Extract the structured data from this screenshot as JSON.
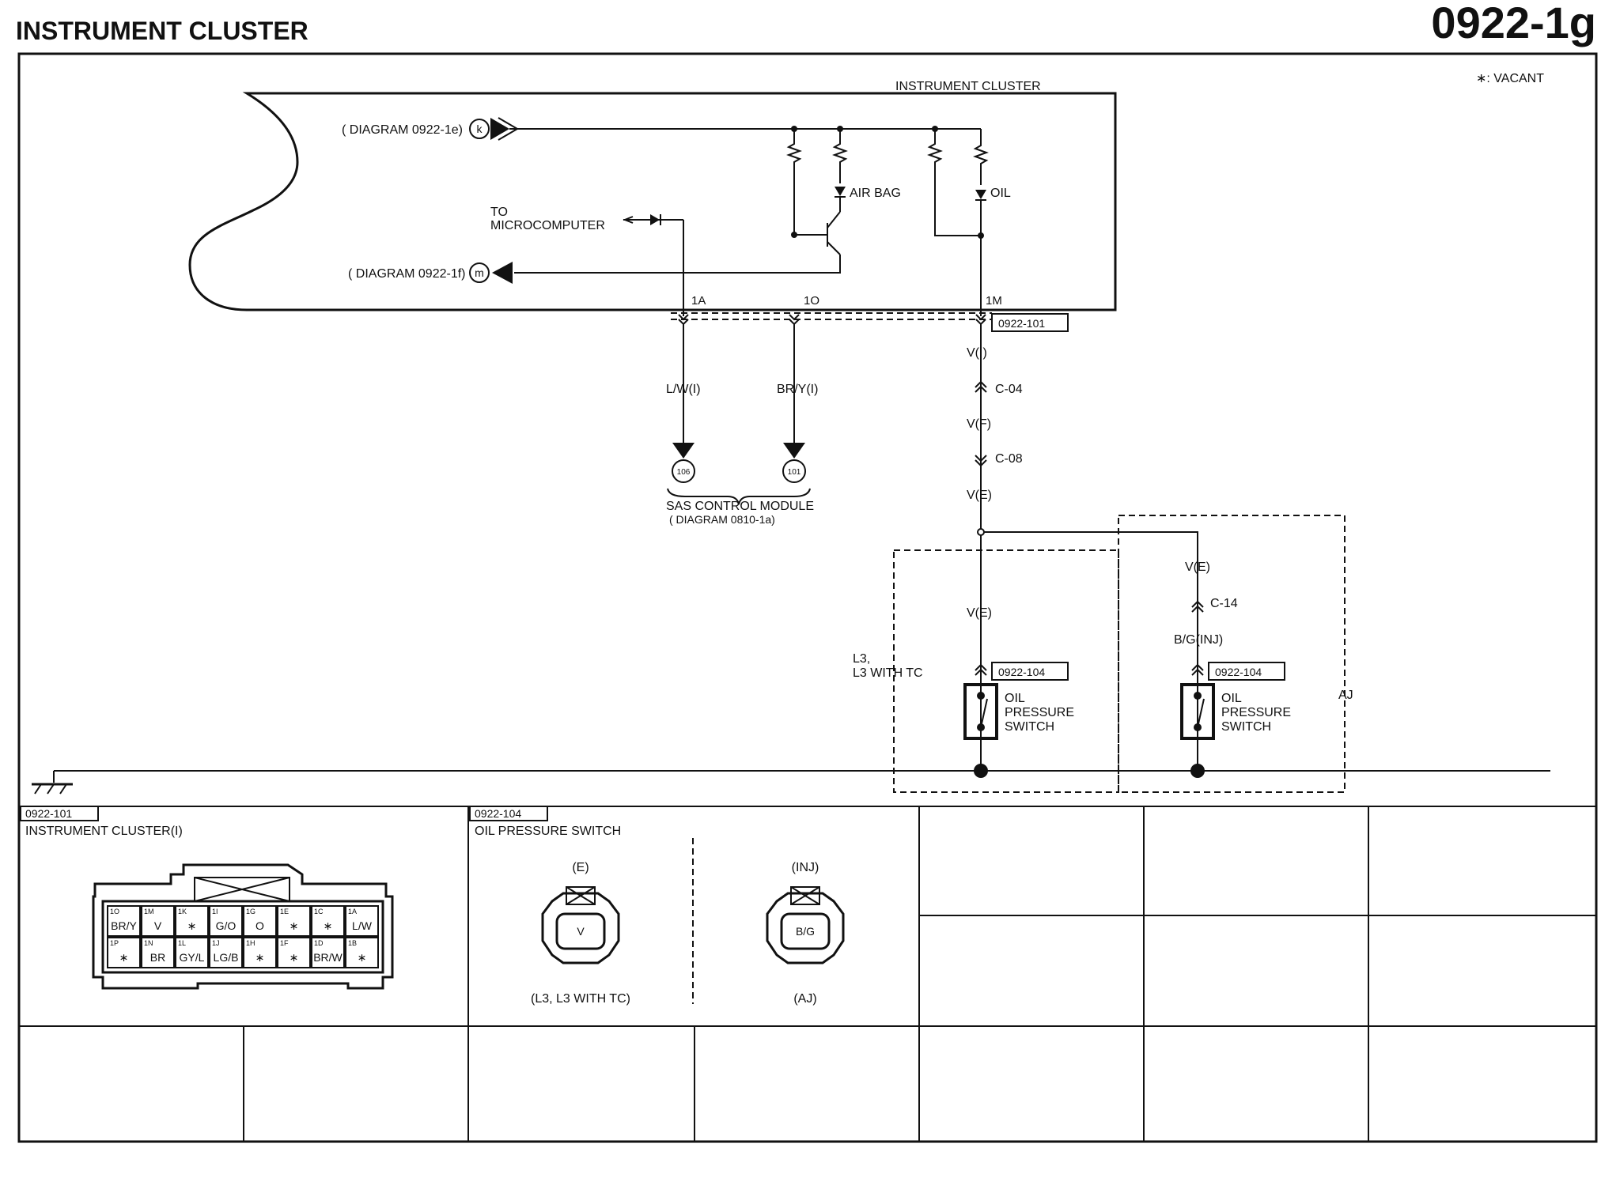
{
  "header": {
    "title": "INSTRUMENT CLUSTER",
    "code": "0922-1g",
    "legend": "∗: VACANT"
  },
  "cluster": {
    "name": "INSTRUMENT CLUSTER",
    "ref_k": "( DIAGRAM 0922-1e)",
    "term_k": "k",
    "ref_m": "( DIAGRAM 0922-1f)",
    "term_m": "m",
    "micro_line1": "TO",
    "micro_line2": "MICROCOMPUTER",
    "airbag": "AIR BAG",
    "oil": "OIL",
    "pin_1a": "1A",
    "pin_1o": "1O",
    "pin_1m": "1M",
    "connector": "0922-101"
  },
  "wires": {
    "lw": "L/W(I)",
    "bry": "BR/Y(I)",
    "v_i": "V(I)",
    "c04": "C-04",
    "v_f": "V(F)",
    "c08": "C-08",
    "v_e1": "V(E)",
    "v_e_branch": "V(E)",
    "c14": "C-14",
    "bg_inj": "B/G(INJ)",
    "v_e_left": "V(E)"
  },
  "sas": {
    "term_106": "106",
    "term_101": "101",
    "name": "SAS CONTROL MODULE",
    "ref": "( DIAGRAM 0810-1a)"
  },
  "switches": {
    "left_variant_1": "L3,",
    "left_variant_2": "L3 WITH TC",
    "right_variant": "AJ",
    "connector": "0922-104",
    "label_1": "OIL",
    "label_2": "PRESSURE",
    "label_3": "SWITCH"
  },
  "panels": {
    "p101": {
      "code": "0922-101",
      "title": "INSTRUMENT CLUSTER(I)",
      "top_row": [
        {
          "pin": "1O",
          "wire": "BR/Y"
        },
        {
          "pin": "1M",
          "wire": "V"
        },
        {
          "pin": "1K",
          "wire": "∗"
        },
        {
          "pin": "1I",
          "wire": "G/O"
        },
        {
          "pin": "1G",
          "wire": "O"
        },
        {
          "pin": "1E",
          "wire": "∗"
        },
        {
          "pin": "1C",
          "wire": "∗"
        },
        {
          "pin": "1A",
          "wire": "L/W"
        }
      ],
      "bottom_row": [
        {
          "pin": "1P",
          "wire": "∗"
        },
        {
          "pin": "1N",
          "wire": "BR"
        },
        {
          "pin": "1L",
          "wire": "GY/L"
        },
        {
          "pin": "1J",
          "wire": "LG/B"
        },
        {
          "pin": "1H",
          "wire": "∗"
        },
        {
          "pin": "1F",
          "wire": "∗"
        },
        {
          "pin": "1D",
          "wire": "BR/W"
        },
        {
          "pin": "1B",
          "wire": "∗"
        }
      ]
    },
    "p104": {
      "code": "0922-104",
      "title": "OIL PRESSURE SWITCH",
      "left_tag": "(E)",
      "left_wire": "V",
      "left_caption": "(L3, L3 WITH TC)",
      "right_tag": "(INJ)",
      "right_wire": "B/G",
      "right_caption": "(AJ)"
    }
  }
}
